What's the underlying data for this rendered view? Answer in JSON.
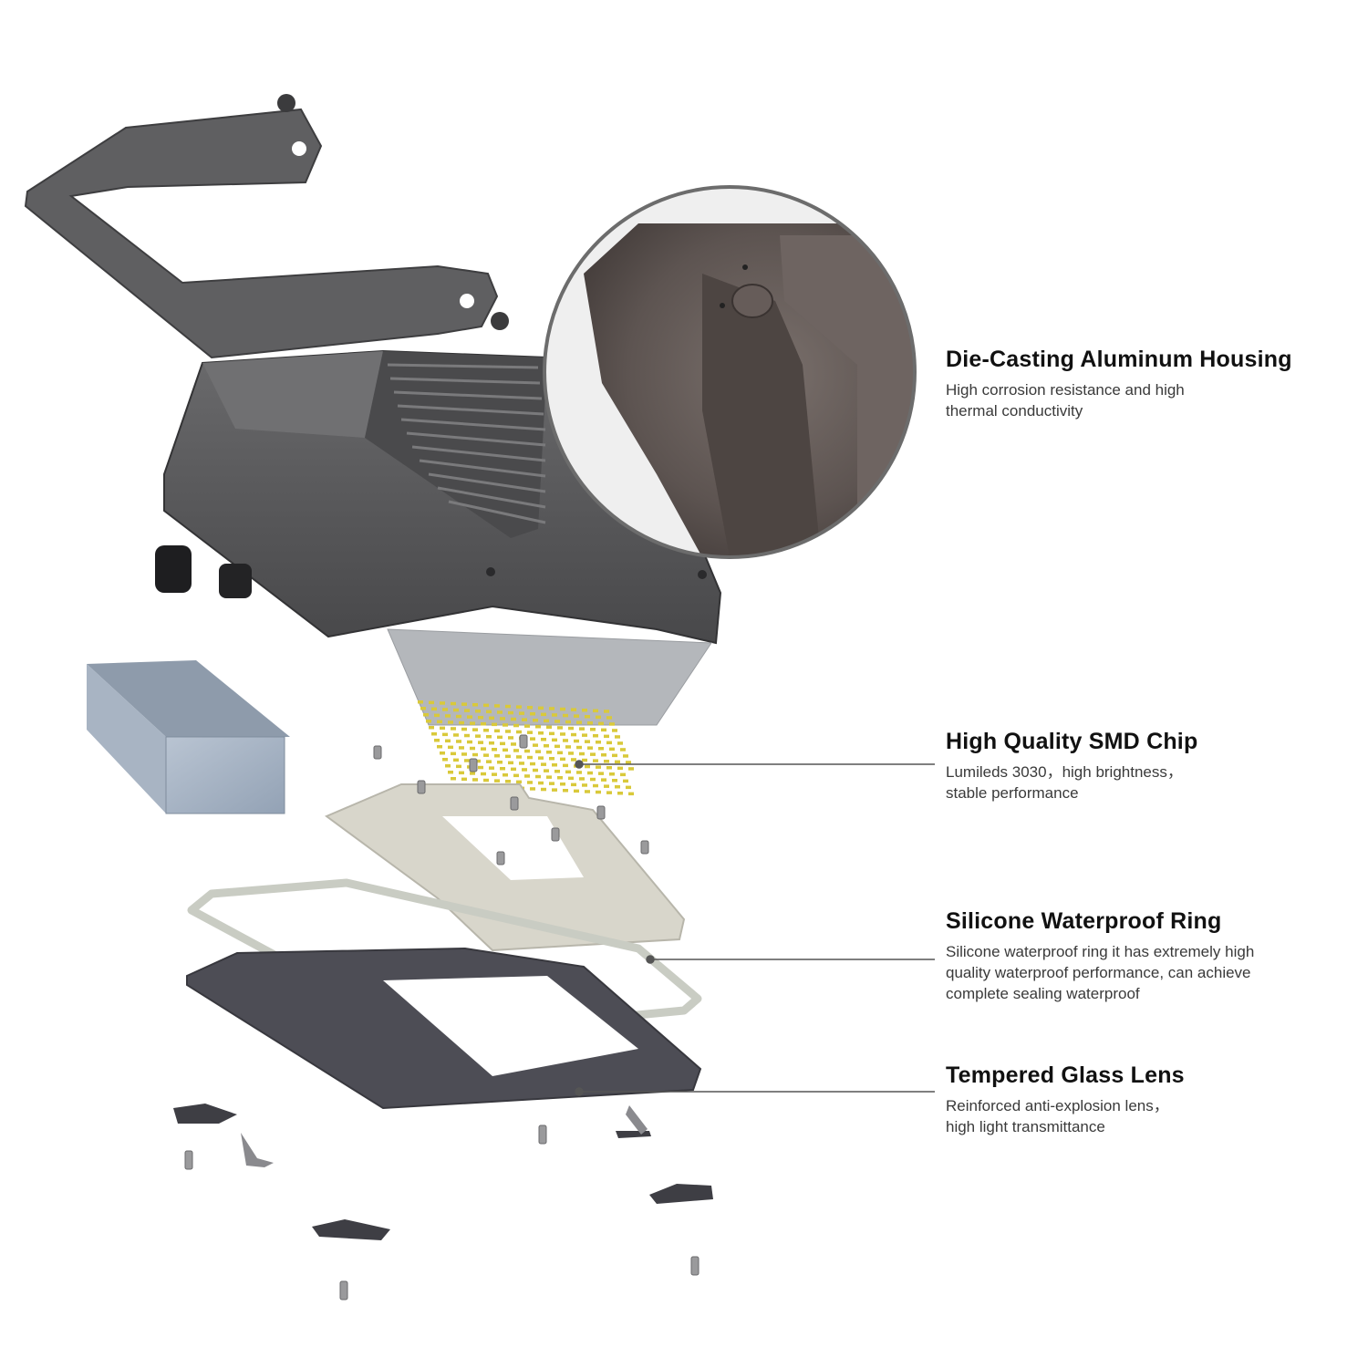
{
  "callouts": {
    "housing": {
      "title": "Die-Casting Aluminum Housing",
      "line1": "High corrosion resistance and high",
      "line2": "thermal conductivity"
    },
    "chip": {
      "title": "High Quality SMD Chip",
      "line1": "Lumileds 3030，high brightness，",
      "line2": "stable performance"
    },
    "ring": {
      "title": "Silicone Waterproof Ring",
      "line1": "Silicone waterproof ring it has extremely high",
      "line2": "quality waterproof performance, can achieve",
      "line3": "complete sealing waterproof"
    },
    "lens": {
      "title": "Tempered Glass Lens",
      "line1": "Reinforced anti-explosion lens，",
      "line2": "high light transmittance"
    }
  },
  "colors": {
    "housing": "#58585a",
    "housing_dark": "#3c3c3e",
    "bracket": "#5f5f61",
    "thermal_pad": "#b4b7bb",
    "driver_box": "#9eabbb",
    "pcb": "#d8d6cb",
    "led": "#d9c93a",
    "ring": "#c9ccc3",
    "lens_frame": "#4d4d55",
    "leader_line": "#555555",
    "closeup_body": "#5b5350"
  }
}
